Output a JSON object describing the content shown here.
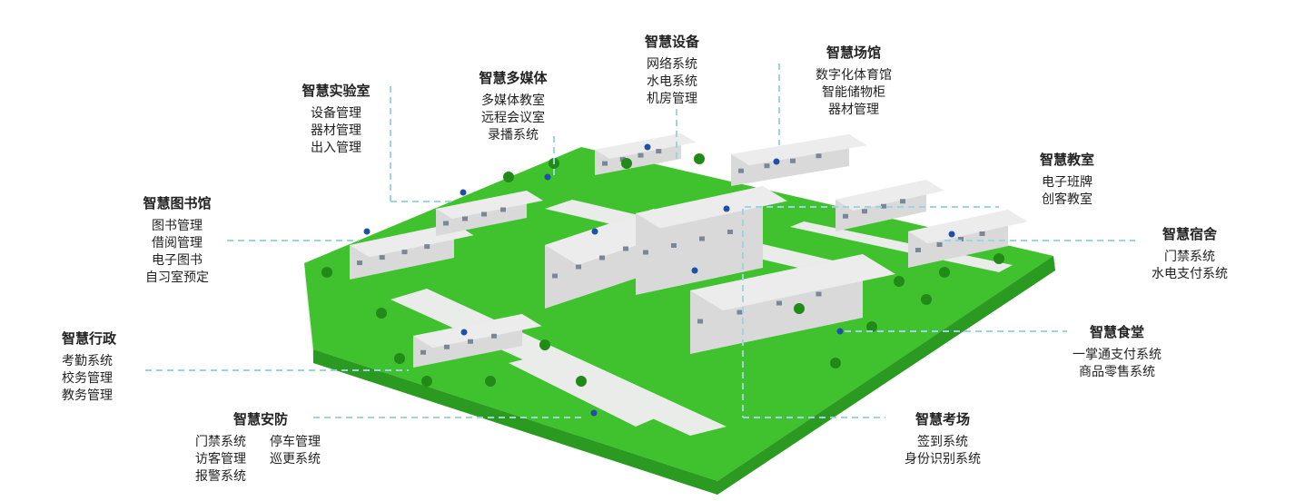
{
  "nodes": [
    {
      "id": "lab",
      "title": "智慧实验室",
      "items": [
        "设备管理",
        "器材管理",
        "出入管理"
      ]
    },
    {
      "id": "multimedia",
      "title": "智慧多媒体",
      "items": [
        "多媒体教室",
        "远程会议室",
        "录播系统"
      ]
    },
    {
      "id": "equipment",
      "title": "智慧设备",
      "items": [
        "网络系统",
        "水电系统",
        "机房管理"
      ]
    },
    {
      "id": "stadium",
      "title": "智慧场馆",
      "items": [
        "数字化体育馆",
        "智能储物柜",
        "器材管理"
      ]
    },
    {
      "id": "classroom",
      "title": "智慧教室",
      "items": [
        "电子班牌",
        "创客教室"
      ]
    },
    {
      "id": "dorm",
      "title": "智慧宿舍",
      "items": [
        "门禁系统",
        "水电支付系统"
      ]
    },
    {
      "id": "canteen",
      "title": "智慧食堂",
      "items": [
        "一掌通支付系统",
        "商品零售系统"
      ]
    },
    {
      "id": "exam",
      "title": "智慧考场",
      "items": [
        "签到系统",
        "身份识别系统"
      ]
    },
    {
      "id": "security",
      "title": "智慧安防",
      "items": [
        "门禁系统",
        "停车管理",
        "访客管理",
        "巡更系统",
        "报警系统"
      ]
    },
    {
      "id": "admin",
      "title": "智慧行政",
      "items": [
        "考勤系统",
        "校务管理",
        "教务管理"
      ]
    },
    {
      "id": "library",
      "title": "智慧图书馆",
      "items": [
        "图书管理",
        "借阅管理",
        "电子图书",
        "自习室预定"
      ]
    }
  ],
  "colors": {
    "grass": "#3fc22e",
    "grass_dark": "#2a9a20",
    "path": "#e9ece9",
    "line": "#9fd3dd",
    "dot": "#1f4fa6",
    "roof": "#ececec",
    "wall": "#d9d9d9"
  }
}
